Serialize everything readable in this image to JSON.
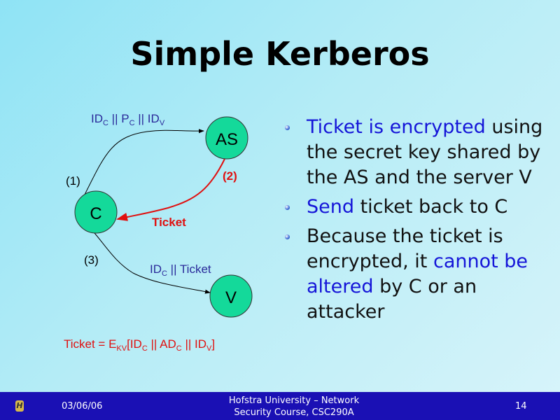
{
  "title": "Simple Kerberos",
  "diagram": {
    "nodes": {
      "as": "AS",
      "c": "C",
      "v": "V"
    },
    "step1": "(1)",
    "step2": "(2)",
    "step3": "(3)",
    "msg1": {
      "id": "ID",
      "c": "C",
      "sep1": " || P",
      "c2": "C",
      "sep2": " || ID",
      "v": "V"
    },
    "ticket_label": "Ticket",
    "msg3": {
      "id": "ID",
      "c": "C",
      "rest": " || Ticket"
    },
    "formula": {
      "p1": "Ticket = E",
      "kv": "KV",
      "p2": "[ID",
      "c1": "C",
      "p3": " || AD",
      "c2": "C",
      "p4": " || ID",
      "v": "V",
      "p5": "]"
    },
    "colors": {
      "node": "#14d99a",
      "red": "#e01010",
      "blue": "#2a2a9a"
    }
  },
  "bullets": [
    {
      "hl": "Ticket is encrypted",
      "rest": " using the secret key shared by the AS and the server V"
    },
    {
      "hl": "Send",
      "rest": " ticket back to C"
    },
    {
      "pre": "Because the ticket is encrypted, it ",
      "hl": "cannot be altered",
      "rest": " by C or an attacker"
    }
  ],
  "footer": {
    "logo": "H",
    "date": "03/06/06",
    "course_line1": "Hofstra University – Network",
    "course_line2": "Security Course, CSC290A",
    "page": "14"
  }
}
